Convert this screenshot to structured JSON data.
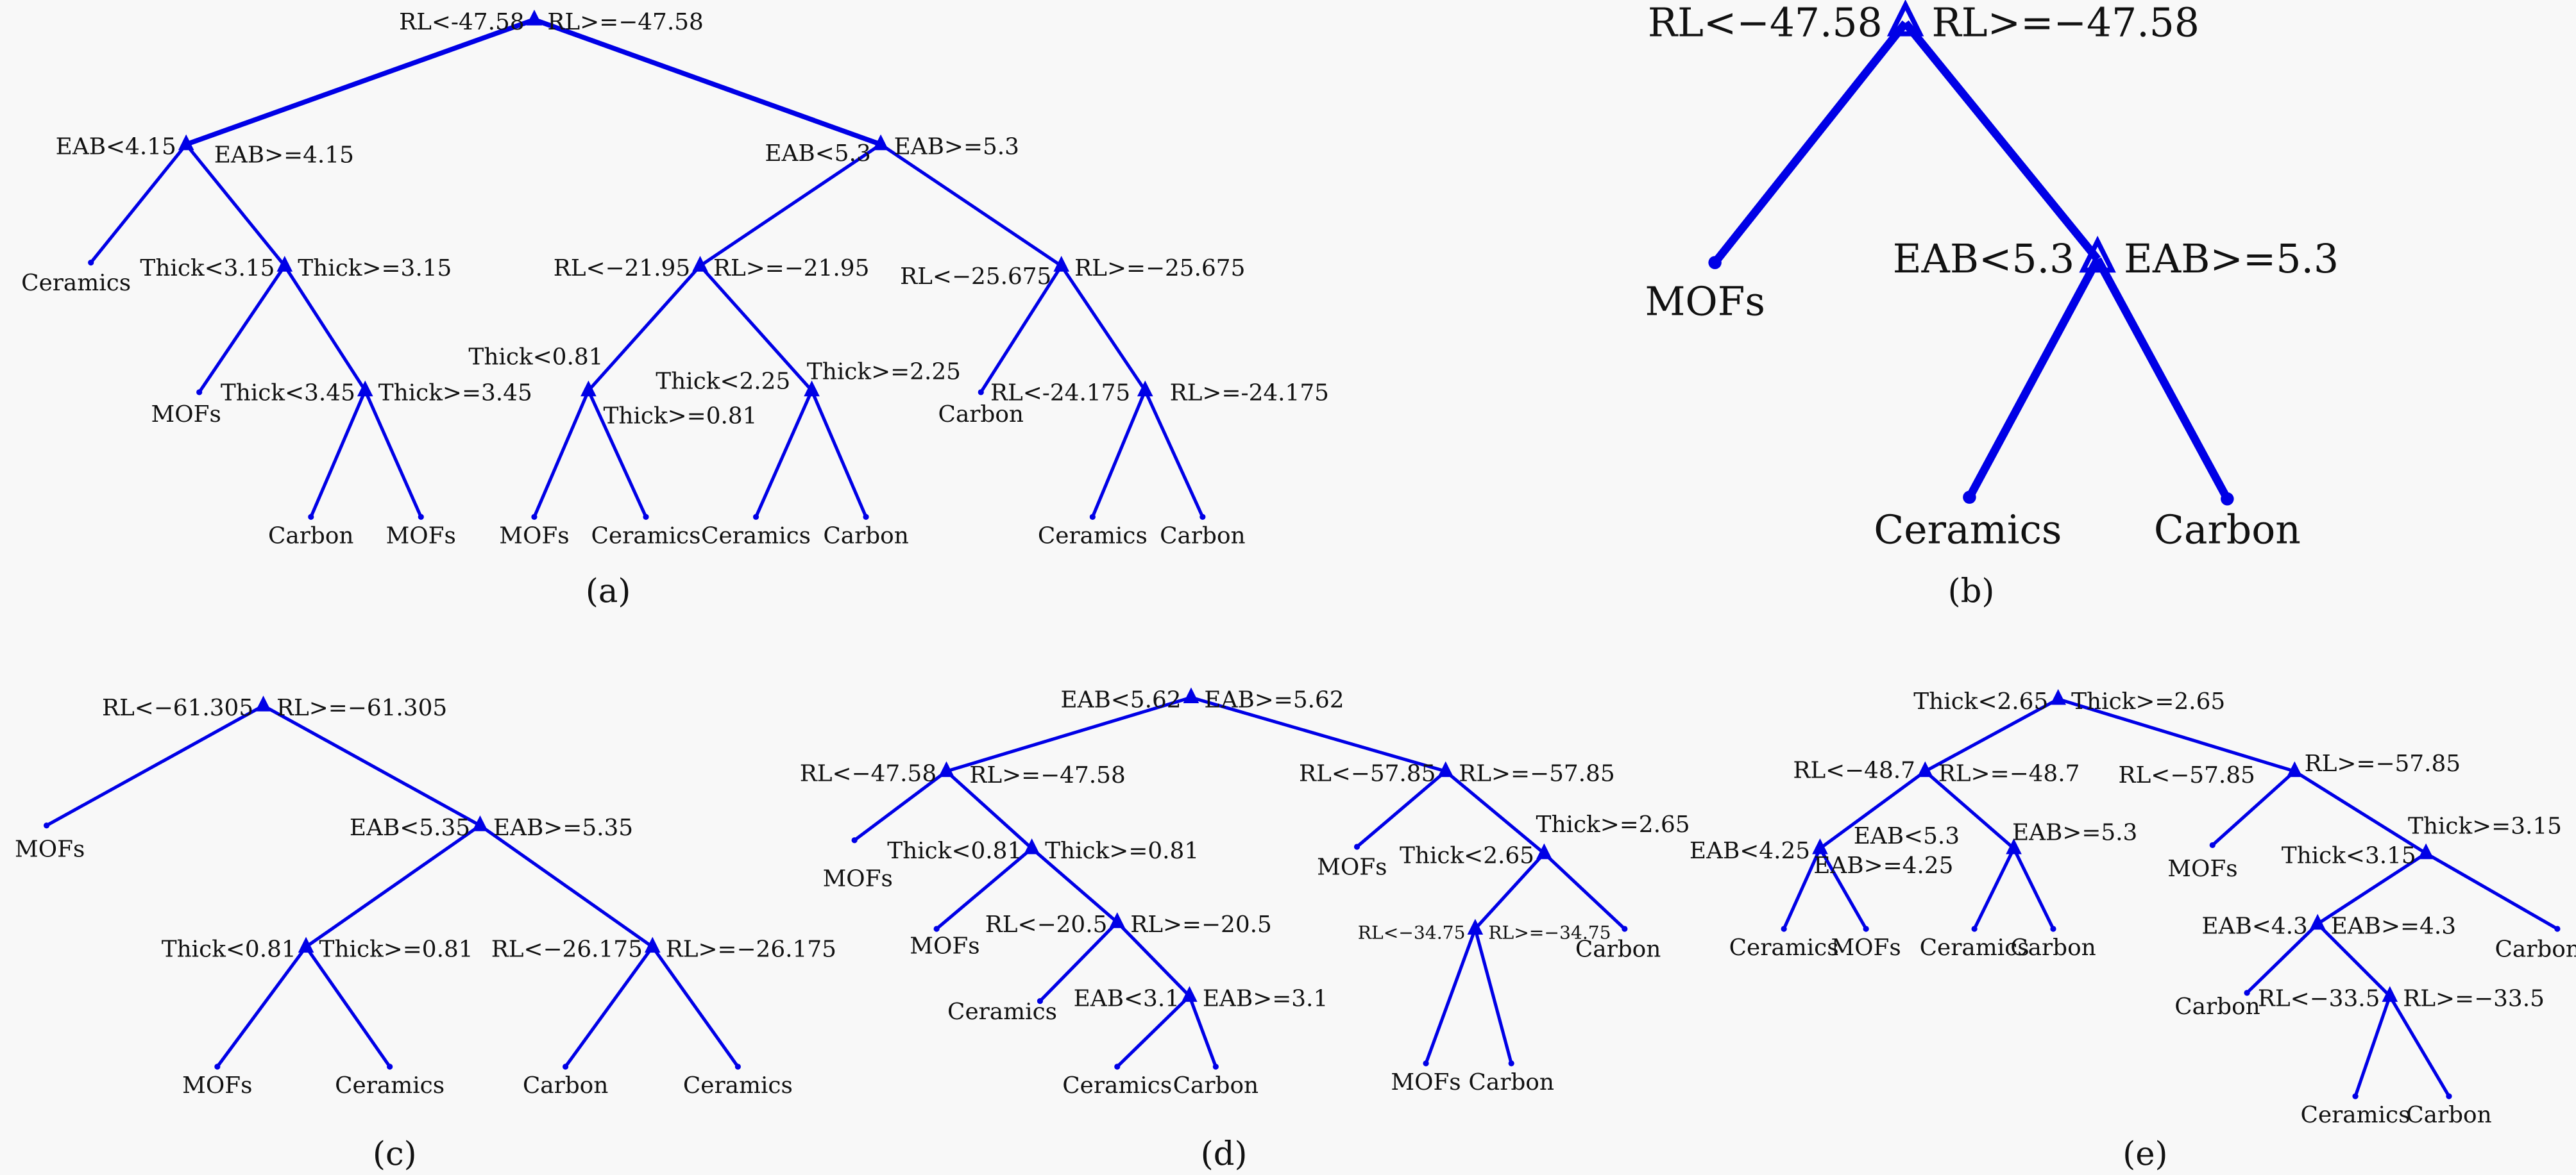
{
  "colors": {
    "edge": "#0000e6",
    "text": "#111111",
    "background": "#f8f8f8"
  },
  "panels": [
    {
      "caption": "(a)",
      "nodes": [
        {
          "kind": "split",
          "parent": null,
          "left": "RL<-47.58",
          "right": "RL>=−47.58"
        },
        {
          "kind": "split",
          "parent": 0,
          "left": "EAB<4.15",
          "right": "EAB>=4.15"
        },
        {
          "kind": "split",
          "parent": 0,
          "left": "EAB<5.3",
          "right": "EAB>=5.3"
        },
        {
          "kind": "leaf",
          "parent": 1,
          "label": "Ceramics"
        },
        {
          "kind": "split",
          "parent": 1,
          "left": "Thick<3.15",
          "right": "Thick>=3.15"
        },
        {
          "kind": "leaf",
          "parent": 4,
          "label": "MOFs"
        },
        {
          "kind": "split",
          "parent": 4,
          "left": "Thick<3.45",
          "right": "Thick>=3.45"
        },
        {
          "kind": "leaf",
          "parent": 6,
          "label": "Carbon"
        },
        {
          "kind": "leaf",
          "parent": 6,
          "label": "MOFs"
        },
        {
          "kind": "split",
          "parent": 2,
          "left": "RL<−21.95",
          "right": "RL>=−21.95"
        },
        {
          "kind": "split",
          "parent": 2,
          "left": "RL<−25.675",
          "right": "RL>=−25.675"
        },
        {
          "kind": "split",
          "parent": 9,
          "left": "Thick<0.81",
          "right": "Thick>=0.81"
        },
        {
          "kind": "split",
          "parent": 9,
          "left": "Thick<2.25",
          "right": "Thick>=2.25"
        },
        {
          "kind": "leaf",
          "parent": 11,
          "label": "MOFs"
        },
        {
          "kind": "leaf",
          "parent": 11,
          "label": "Ceramics"
        },
        {
          "kind": "leaf",
          "parent": 12,
          "label": "Ceramics"
        },
        {
          "kind": "leaf",
          "parent": 12,
          "label": "Carbon"
        },
        {
          "kind": "leaf",
          "parent": 10,
          "label": "Carbon"
        },
        {
          "kind": "split",
          "parent": 10,
          "left": "RL<-24.175",
          "right": "RL>=-24.175"
        },
        {
          "kind": "leaf",
          "parent": 18,
          "label": "Ceramics"
        },
        {
          "kind": "leaf",
          "parent": 18,
          "label": "Carbon"
        }
      ]
    },
    {
      "caption": "(b)",
      "nodes": [
        {
          "kind": "split",
          "parent": null,
          "left": "RL<−47.58",
          "right": "RL>=−47.58"
        },
        {
          "kind": "leaf",
          "parent": 0,
          "label": "MOFs"
        },
        {
          "kind": "split",
          "parent": 0,
          "left": "EAB<5.3",
          "right": "EAB>=5.3"
        },
        {
          "kind": "leaf",
          "parent": 2,
          "label": "Ceramics"
        },
        {
          "kind": "leaf",
          "parent": 2,
          "label": "Carbon"
        }
      ]
    },
    {
      "caption": "(c)",
      "nodes": [
        {
          "kind": "split",
          "parent": null,
          "left": "RL<−61.305",
          "right": "RL>=−61.305"
        },
        {
          "kind": "leaf",
          "parent": 0,
          "label": "MOFs"
        },
        {
          "kind": "split",
          "parent": 0,
          "left": "EAB<5.35",
          "right": "EAB>=5.35"
        },
        {
          "kind": "split",
          "parent": 2,
          "left": "Thick<0.81",
          "right": "Thick>=0.81"
        },
        {
          "kind": "split",
          "parent": 2,
          "left": "RL<−26.175",
          "right": "RL>=−26.175"
        },
        {
          "kind": "leaf",
          "parent": 3,
          "label": "MOFs"
        },
        {
          "kind": "leaf",
          "parent": 3,
          "label": "Ceramics"
        },
        {
          "kind": "leaf",
          "parent": 4,
          "label": "Carbon"
        },
        {
          "kind": "leaf",
          "parent": 4,
          "label": "Ceramics"
        }
      ]
    },
    {
      "caption": "(d)",
      "nodes": [
        {
          "kind": "split",
          "parent": null,
          "left": "EAB<5.62",
          "right": "EAB>=5.62"
        },
        {
          "kind": "split",
          "parent": 0,
          "left": "RL<−47.58",
          "right": "RL>=−47.58"
        },
        {
          "kind": "split",
          "parent": 0,
          "left": "RL<−57.85",
          "right": "RL>=−57.85"
        },
        {
          "kind": "leaf",
          "parent": 1,
          "label": "MOFs"
        },
        {
          "kind": "split",
          "parent": 1,
          "left": "Thick<0.81",
          "right": "Thick>=0.81"
        },
        {
          "kind": "leaf",
          "parent": 2,
          "label": "MOFs"
        },
        {
          "kind": "split",
          "parent": 2,
          "left": "Thick<2.65",
          "right": "Thick>=2.65"
        },
        {
          "kind": "leaf",
          "parent": 4,
          "label": "MOFs"
        },
        {
          "kind": "split",
          "parent": 4,
          "left": "RL<−20.5",
          "right": "RL>=−20.5"
        },
        {
          "kind": "split",
          "parent": 6,
          "left": "RL<−34.75",
          "right": "RL>=−34.75"
        },
        {
          "kind": "leaf",
          "parent": 6,
          "label": "Carbon"
        },
        {
          "kind": "leaf",
          "parent": 8,
          "label": "Ceramics"
        },
        {
          "kind": "split",
          "parent": 8,
          "left": "EAB<3.1",
          "right": "EAB>=3.1"
        },
        {
          "kind": "leaf",
          "parent": 12,
          "label": "Ceramics"
        },
        {
          "kind": "leaf",
          "parent": 12,
          "label": "Carbon"
        },
        {
          "kind": "leaf",
          "parent": 9,
          "label": "MOFs"
        },
        {
          "kind": "leaf",
          "parent": 9,
          "label": "Carbon"
        }
      ]
    },
    {
      "caption": "(e)",
      "nodes": [
        {
          "kind": "split",
          "parent": null,
          "left": "Thick<2.65",
          "right": "Thick>=2.65"
        },
        {
          "kind": "split",
          "parent": 0,
          "left": "RL<−48.7",
          "right": "RL>=−48.7"
        },
        {
          "kind": "split",
          "parent": 0,
          "left": "RL<−57.85",
          "right": "RL>=−57.85"
        },
        {
          "kind": "split",
          "parent": 1,
          "left": "EAB<4.25",
          "right": "EAB>=4.25"
        },
        {
          "kind": "split",
          "parent": 1,
          "left": "EAB<5.3",
          "right": "EAB>=5.3"
        },
        {
          "kind": "leaf",
          "parent": 2,
          "label": "MOFs"
        },
        {
          "kind": "split",
          "parent": 2,
          "left": "Thick<3.15",
          "right": "Thick>=3.15"
        },
        {
          "kind": "leaf",
          "parent": 3,
          "label": "Ceramics"
        },
        {
          "kind": "leaf",
          "parent": 3,
          "label": "MOFs"
        },
        {
          "kind": "leaf",
          "parent": 4,
          "label": "Ceramics"
        },
        {
          "kind": "leaf",
          "parent": 4,
          "label": "Carbon"
        },
        {
          "kind": "split",
          "parent": 6,
          "left": "EAB<4.3",
          "right": "EAB>=4.3"
        },
        {
          "kind": "leaf",
          "parent": 6,
          "label": "Carbon"
        },
        {
          "kind": "leaf",
          "parent": 11,
          "label": "Carbon"
        },
        {
          "kind": "split",
          "parent": 11,
          "left": "RL<−33.5",
          "right": "RL>=−33.5"
        },
        {
          "kind": "leaf",
          "parent": 14,
          "label": "Ceramics"
        },
        {
          "kind": "leaf",
          "parent": 14,
          "label": "Carbon"
        }
      ]
    }
  ]
}
